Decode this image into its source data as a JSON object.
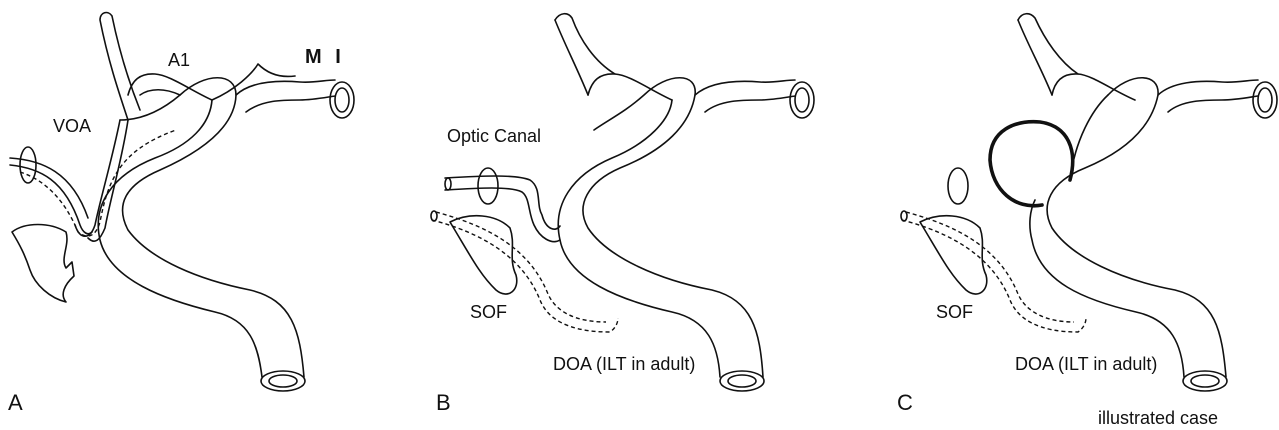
{
  "panels": [
    {
      "letter": "A",
      "labels": {
        "voa": "VOA",
        "a1": "A1",
        "mi": "M I"
      }
    },
    {
      "letter": "B",
      "labels": {
        "optic_canal": "Optic Canal",
        "sof": "SOF",
        "doa": "DOA (ILT in adult)"
      }
    },
    {
      "letter": "C",
      "labels": {
        "sof": "SOF",
        "doa": "DOA (ILT in adult)",
        "case": "illustrated case"
      }
    }
  ]
}
